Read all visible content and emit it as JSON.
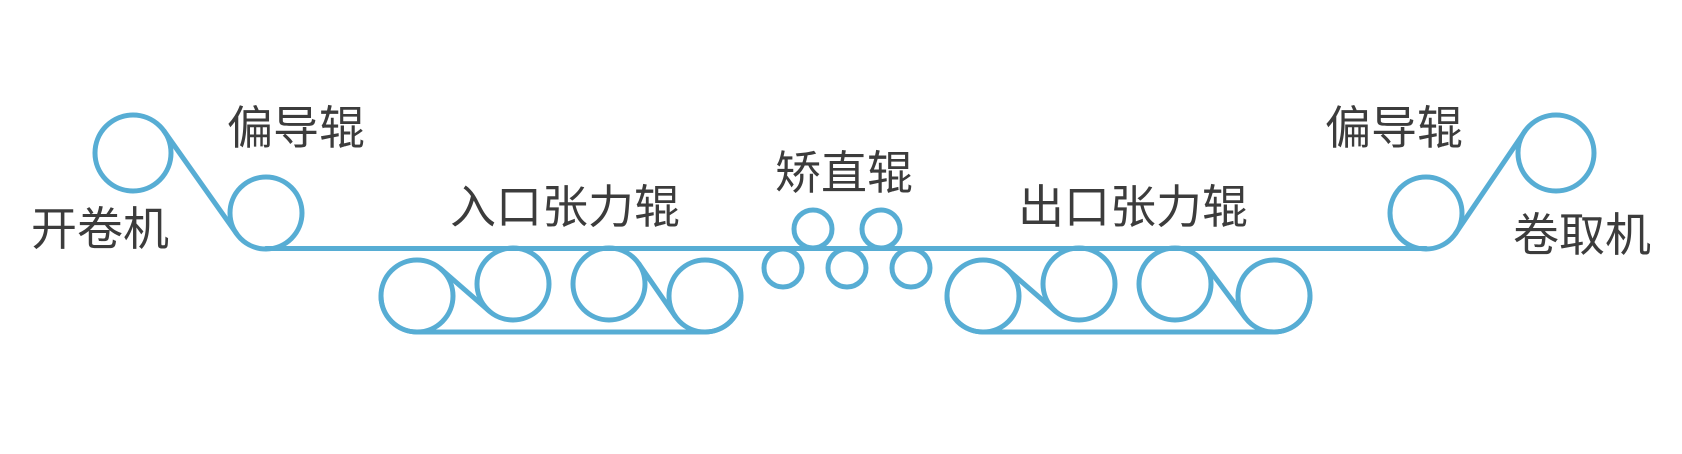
{
  "diagram": {
    "labels": {
      "uncoiler": "开卷机",
      "deflector_left": "偏导辊",
      "entry_tension": "入口张力辊",
      "straightener": "矫直辊",
      "exit_tension": "出口张力辊",
      "deflector_right": "偏导辊",
      "recoiler": "卷取机"
    },
    "components": [
      {
        "id": "uncoiler",
        "label": "开卷机",
        "roll_count": 1
      },
      {
        "id": "deflector-roll-left",
        "label": "偏导辊",
        "roll_count": 1
      },
      {
        "id": "entry-tension-rolls",
        "label": "入口张力辊",
        "roll_count": 4
      },
      {
        "id": "straightening-rolls",
        "label": "矫直辊",
        "roll_count": 5,
        "top_rolls": 2,
        "bottom_rolls": 3
      },
      {
        "id": "exit-tension-rolls",
        "label": "出口张力辊",
        "roll_count": 4
      },
      {
        "id": "deflector-roll-right",
        "label": "偏导辊",
        "roll_count": 1
      },
      {
        "id": "recoiler",
        "label": "卷取机",
        "roll_count": 1
      }
    ],
    "colors": {
      "line": "#57ADD4",
      "text": "#3C3C3C",
      "background": "#FFFFFF"
    }
  }
}
